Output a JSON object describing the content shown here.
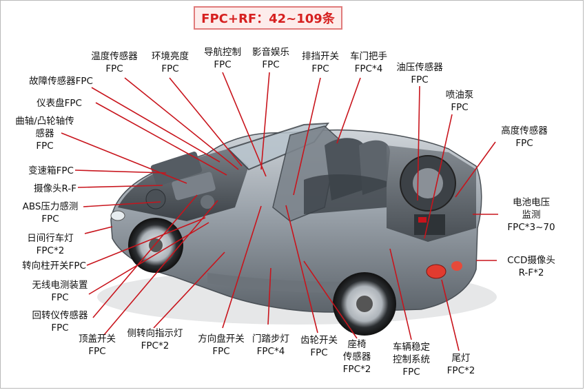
{
  "title": "FPC+RF：42~109条",
  "labels": [
    {
      "id": "temp-sensor",
      "lines": [
        "温度传感器",
        "FPC"
      ]
    },
    {
      "id": "ambient-light",
      "lines": [
        "环境亮度",
        "FPC"
      ]
    },
    {
      "id": "navigation",
      "lines": [
        "导航控制",
        "FPC"
      ]
    },
    {
      "id": "infotainment",
      "lines": [
        "影音娱乐",
        "FPC"
      ]
    },
    {
      "id": "gear-switch",
      "lines": [
        "排挡开关",
        "FPC"
      ]
    },
    {
      "id": "door-handle",
      "lines": [
        "车门把手",
        "FPC*4"
      ]
    },
    {
      "id": "oil-pressure",
      "lines": [
        "油压传感器",
        "FPC"
      ]
    },
    {
      "id": "injection-pump",
      "lines": [
        "喷油泵",
        "FPC"
      ]
    },
    {
      "id": "height-sensor",
      "lines": [
        "高度传感器",
        "FPC"
      ]
    },
    {
      "id": "fault-sensor",
      "lines": [
        "故障传感器FPC"
      ]
    },
    {
      "id": "instrument-panel",
      "lines": [
        "仪表盘FPC"
      ]
    },
    {
      "id": "crankshaft",
      "lines": [
        "曲轴/凸轮轴传",
        "感器",
        "FPC"
      ]
    },
    {
      "id": "transmission",
      "lines": [
        "变速箱FPC"
      ]
    },
    {
      "id": "camera-rf",
      "lines": [
        "摄像头R-F"
      ]
    },
    {
      "id": "abs-sensor",
      "lines": [
        "ABS压力感测",
        "FPC"
      ]
    },
    {
      "id": "drl",
      "lines": [
        "日间行车灯",
        "FPC*2"
      ]
    },
    {
      "id": "steering-column",
      "lines": [
        "转向柱开关FPC"
      ]
    },
    {
      "id": "wireless-detect",
      "lines": [
        "无线电测装置",
        "FPC"
      ]
    },
    {
      "id": "gyro-sensor",
      "lines": [
        "回转仪传感器",
        "FPC"
      ]
    },
    {
      "id": "roof-switch",
      "lines": [
        "顶盖开关",
        "FPC"
      ]
    },
    {
      "id": "side-indicator",
      "lines": [
        "侧转向指示灯",
        "FPC*2"
      ]
    },
    {
      "id": "steering-wheel",
      "lines": [
        "方向盘开关",
        "FPC"
      ]
    },
    {
      "id": "door-step-light",
      "lines": [
        "门踏步灯",
        "FPC*4"
      ]
    },
    {
      "id": "gear-wheel-switch",
      "lines": [
        "齿轮开关",
        "FPC"
      ]
    },
    {
      "id": "seat-sensor",
      "lines": [
        "座椅",
        "传感器",
        "FPC*2"
      ]
    },
    {
      "id": "stability-control",
      "lines": [
        "车辆稳定",
        "控制系统",
        "FPC"
      ]
    },
    {
      "id": "tail-light",
      "lines": [
        "尾灯",
        "FPC*2"
      ]
    },
    {
      "id": "battery-monitor",
      "lines": [
        "电池电压",
        "监测",
        "FPC*3~70"
      ]
    },
    {
      "id": "ccd-camera",
      "lines": [
        "CCD摄像头",
        "R-F*2"
      ]
    }
  ],
  "colors": {
    "leader": "#c8141c",
    "title": "#d62020",
    "title_bg": "#fdeceb",
    "title_border": "#e07b7b",
    "car_body": "#8e969e"
  }
}
